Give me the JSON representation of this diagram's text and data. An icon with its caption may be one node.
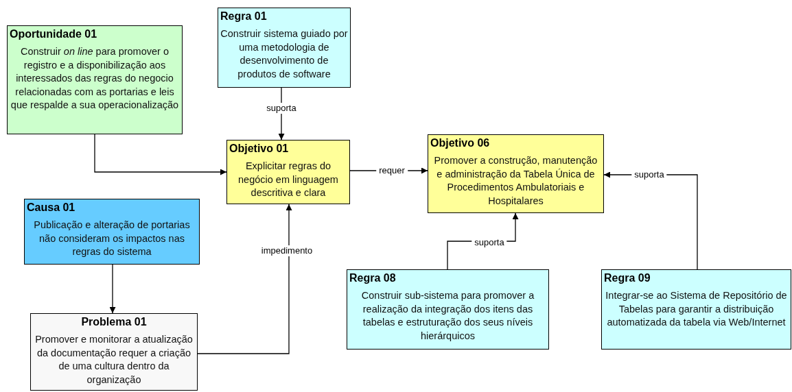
{
  "diagram": {
    "nodes": [
      {
        "text": [
          "Oportunidade 01",
          "Construir *on line* para promover o registro e a disponibilização aos interessados das regras do negocio relacionadas com as portarias e leis que respalde a sua operacionalização"
        ]
      },
      {
        "text": [
          "Regra 01",
          "Construir sistema guiado por uma metodologia de desenvolvimento de produtos de software"
        ]
      },
      {
        "text": [
          "Objetivo 01",
          "Explicitar regras do negócio em linguagem descritiva e clara"
        ]
      },
      {
        "text": [
          "Objetivo 06",
          "Promover a construção, manutenção e administração da Tabela Única de Procedimentos Ambulatoriais e Hospitalares"
        ]
      },
      {
        "text": [
          "Causa 01",
          "Publicação e alteração de portarias não consideram os impactos nas regras do sistema"
        ]
      },
      {
        "text": [
          "Problema 01",
          "Promover e monitorar a atualização da documentação requer a criação de uma cultura dentro da organização"
        ]
      },
      {
        "text": [
          "Regra 08",
          "Construir sub-sistema para promover a realização da integração dos itens das tabelas e estruturação dos seus níveis hierárquicos"
        ]
      },
      {
        "text": [
          "Regra 09",
          "Integrar-se ao Sistema de Repositório de Tabelas para garantir a distribuição automatizada da tabela via Web/Internet"
        ]
      }
    ],
    "edges": [
      {
        "from": 0,
        "to": 2,
        "arrow": "to"
      },
      {
        "from": 1,
        "to": 2,
        "arrow": "to",
        "label": "suporta"
      },
      {
        "from": 2,
        "to": 3,
        "arrow": "to",
        "label": "requer"
      },
      {
        "from": 4,
        "to": 5,
        "arrow": "to"
      },
      {
        "from": 5,
        "to": 2,
        "arrow": "to",
        "label": "impedimento"
      },
      {
        "from": 6,
        "to": 3,
        "arrow": "to",
        "label": "suporta"
      },
      {
        "from": 7,
        "to": 3,
        "arrow": "to",
        "label": "suporta"
      }
    ]
  }
}
